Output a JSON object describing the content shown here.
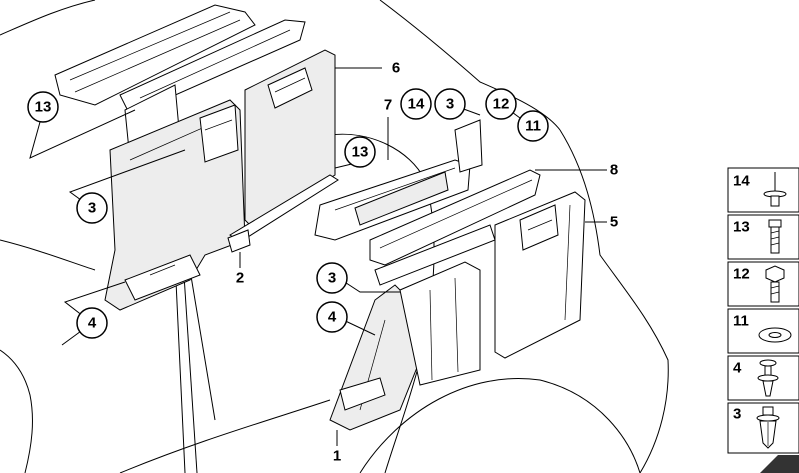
{
  "callouts": {
    "c13_left": "13",
    "c3_left": "3",
    "c4_left": "4",
    "c13_mid": "13",
    "c14_top": "14",
    "c3_top": "3",
    "c12_top": "12",
    "c11_top": "11",
    "c3_lower": "3",
    "c4_lower": "4"
  },
  "labels": {
    "l6": "6",
    "l7": "7",
    "l8": "8",
    "l5": "5",
    "l2": "2",
    "l1": "1"
  },
  "legend": [
    {
      "num": "14",
      "icon": "rivet-icon"
    },
    {
      "num": "13",
      "icon": "screw-icon"
    },
    {
      "num": "12",
      "icon": "hex-bolt-icon"
    },
    {
      "num": "11",
      "icon": "washer-icon"
    },
    {
      "num": "4",
      "icon": "push-clip-icon"
    },
    {
      "num": "3",
      "icon": "expanding-clip-icon"
    }
  ]
}
